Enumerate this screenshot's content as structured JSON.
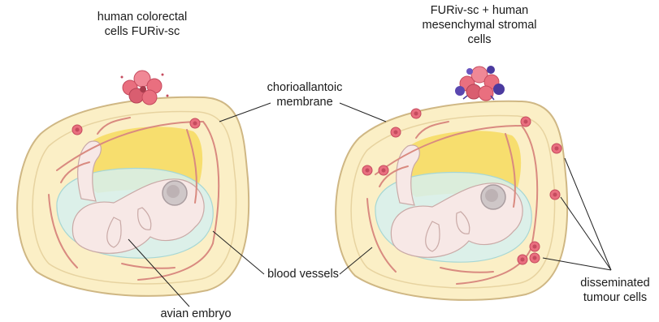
{
  "labels": {
    "left_cells": [
      "human colorectal",
      "cells FURiv-sc"
    ],
    "right_cells": [
      "FURiv-sc + human",
      "mesenchymal stromal",
      "cells"
    ],
    "membrane": [
      "chorioallantoic",
      "membrane"
    ],
    "vessels": "blood vessels",
    "embryo": "avian embryo",
    "disseminated": [
      "disseminated",
      "tumour cells"
    ]
  },
  "colors": {
    "egg_fill": "#fbefc6",
    "egg_stroke": "#cfb784",
    "yolk": "#f7de6e",
    "membrane": "#d6f0ef",
    "embryo": "#f7e8e6",
    "vessel": "#d98a80",
    "tumour": "#e96f7f",
    "stromal": "#4b3a9f",
    "leader": "#222222"
  }
}
